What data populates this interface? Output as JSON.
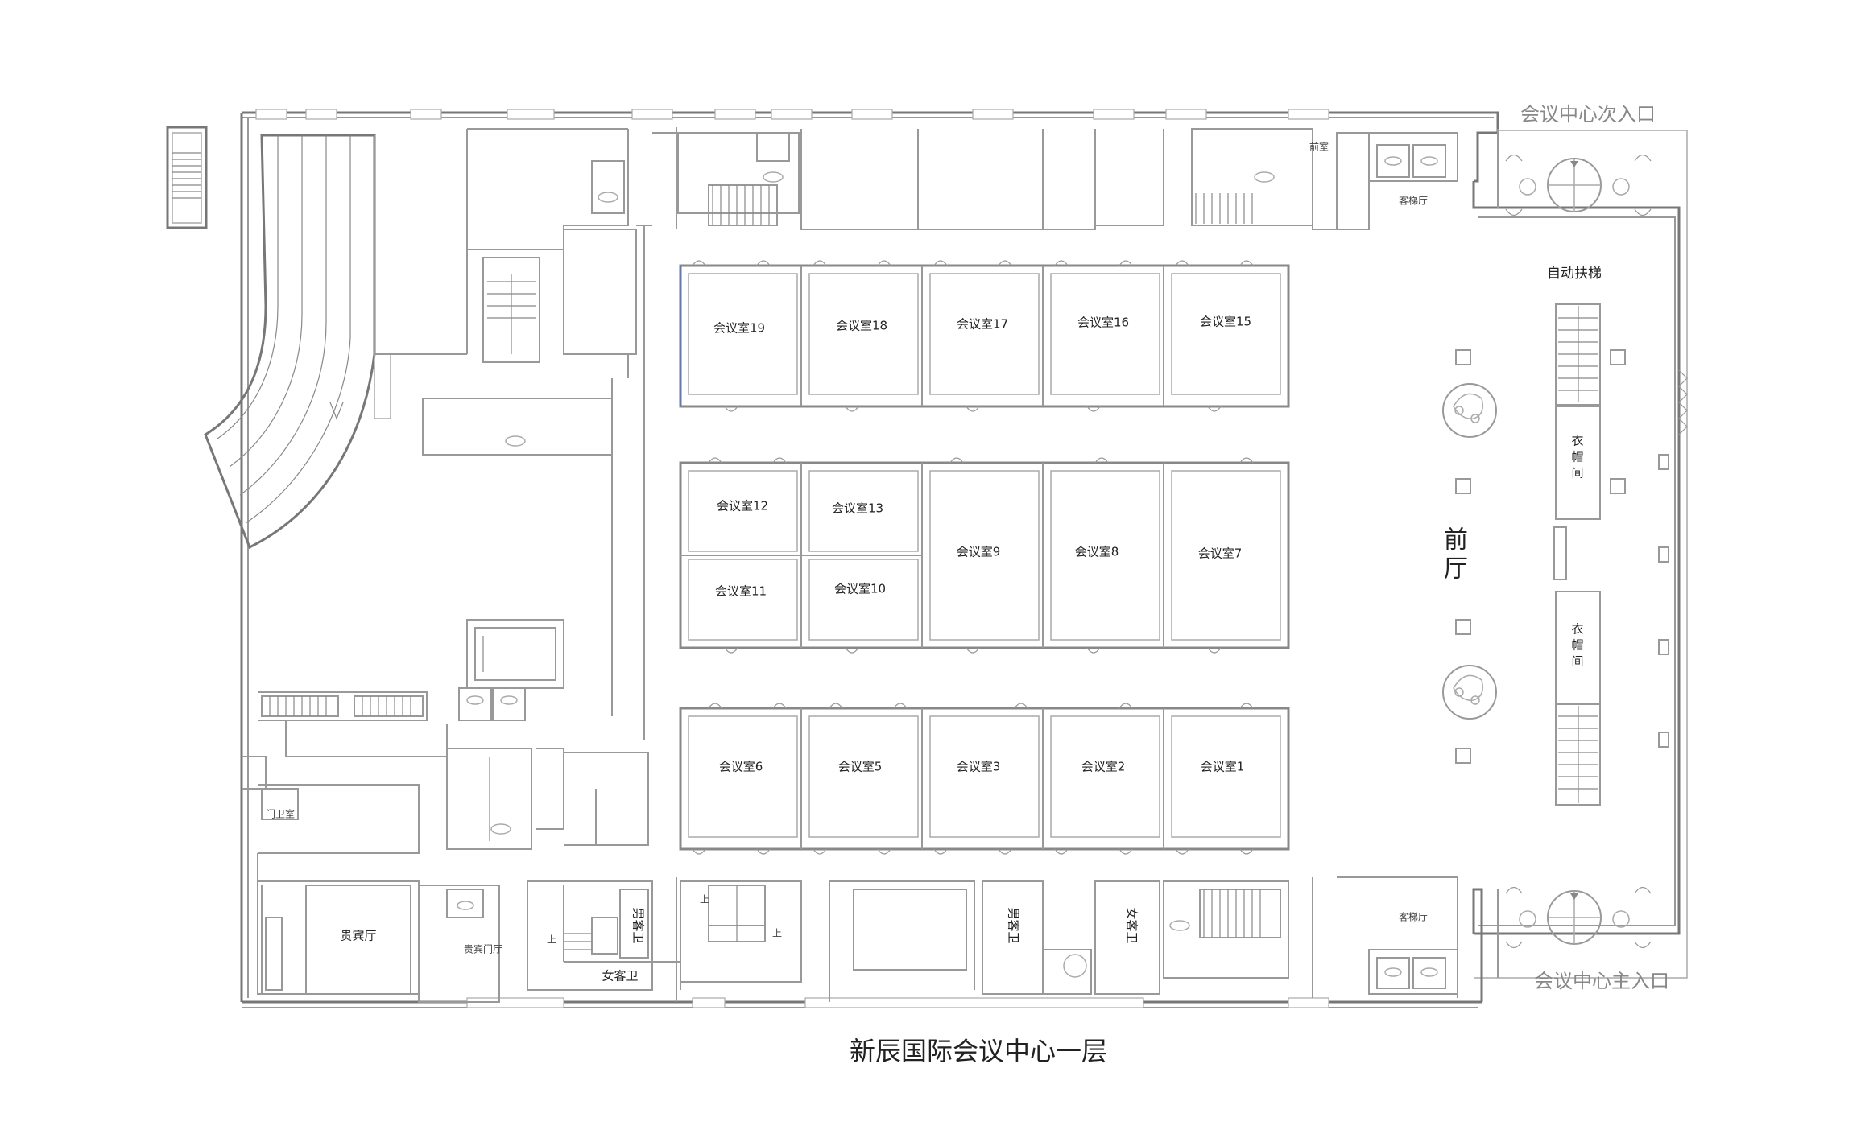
{
  "title": "新辰国际会议中心一层",
  "entrances": {
    "secondary": "会议中心次入口",
    "main": "会议中心主入口"
  },
  "lobby": {
    "label_top": "前",
    "label_bottom": "厅"
  },
  "escalator": "自动扶梯",
  "cloakroom": [
    "衣",
    "帽",
    "间"
  ],
  "meeting_rooms_row1": [
    "会议室19",
    "会议室18",
    "会议室17",
    "会议室16",
    "会议室15"
  ],
  "meeting_rooms_row2_small": [
    "会议室12",
    "会议室13",
    "会议室11",
    "会议室10"
  ],
  "meeting_rooms_row2_large": [
    "会议室9",
    "会议室8",
    "会议室7"
  ],
  "meeting_rooms_row3": [
    "会议室6",
    "会议室5",
    "会议室3",
    "会议室2",
    "会议室1"
  ],
  "guest_elevator_hall": "客梯厅",
  "vip_hall": "贵宾厅",
  "vip_entrance_hall": "贵宾门厅",
  "guard_room": "门卫室",
  "mens_restroom": "男客卫",
  "womens_restroom": "女客卫",
  "front_room": "前室",
  "up": "上"
}
